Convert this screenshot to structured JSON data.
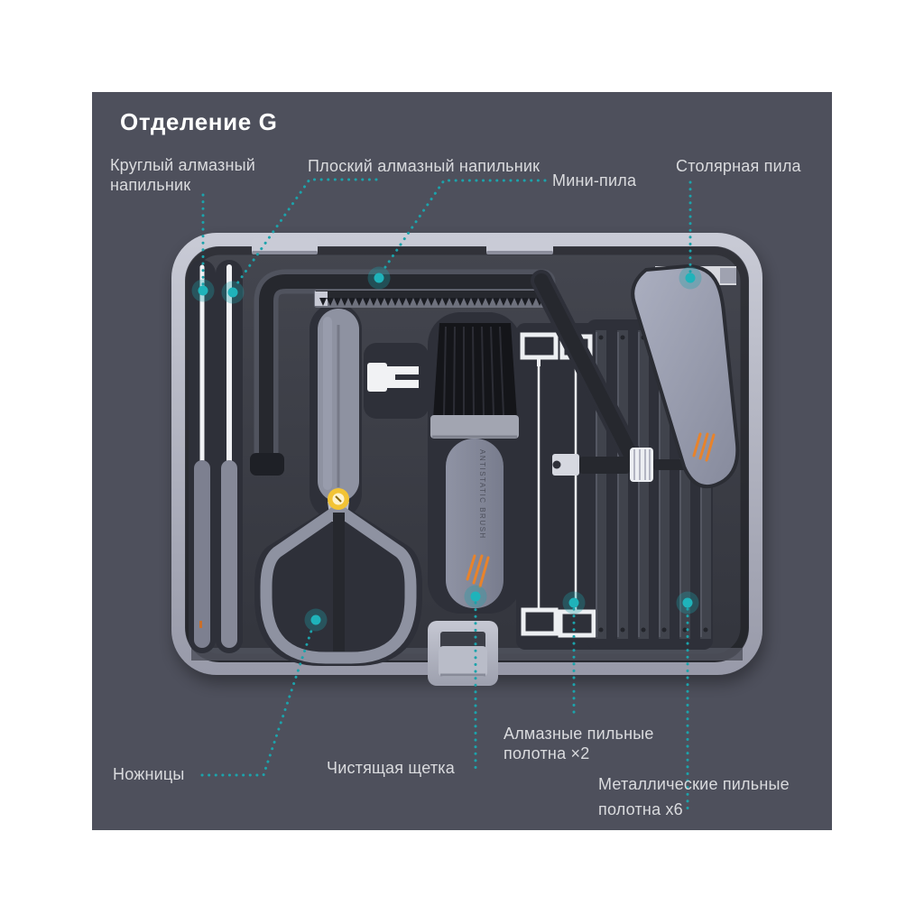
{
  "page": {
    "background": "#ffffff"
  },
  "panel": {
    "title": "Отделение G",
    "background": "#4e505c"
  },
  "colors": {
    "accent_teal": "#1ca3ab",
    "title_text": "#ffffff",
    "label_text": "#dadbde",
    "case_border": "#b3b5c3",
    "foam": "#3a3c45",
    "recess": "#2e3039",
    "tool_gray": "#8e92a1",
    "tool_dark": "#26282e",
    "accent_orange": "#e8832b",
    "pivot_yellow": "#f2c335",
    "metal_white": "#edeff2"
  },
  "callouts": [
    {
      "id": "round-diamond-file",
      "text": "Круглый алмазный\nнапильник"
    },
    {
      "id": "flat-diamond-file",
      "text": "Плоский алмазный напильник"
    },
    {
      "id": "mini-saw",
      "text": "Мини-пила"
    },
    {
      "id": "carpentry-saw",
      "text": "Столярная пила"
    },
    {
      "id": "scissors",
      "text": "Ножницы"
    },
    {
      "id": "cleaning-brush",
      "text": "Чистящая щетка"
    },
    {
      "id": "diamond-saw-blades",
      "text": "Алмазные пильные\nполотна ×2"
    },
    {
      "id": "metal-saw-blades",
      "text": "Металлические пильные\nполотна x6"
    }
  ],
  "case_graphic": {
    "brush_label": "ANTISTATIC BRUSH"
  }
}
